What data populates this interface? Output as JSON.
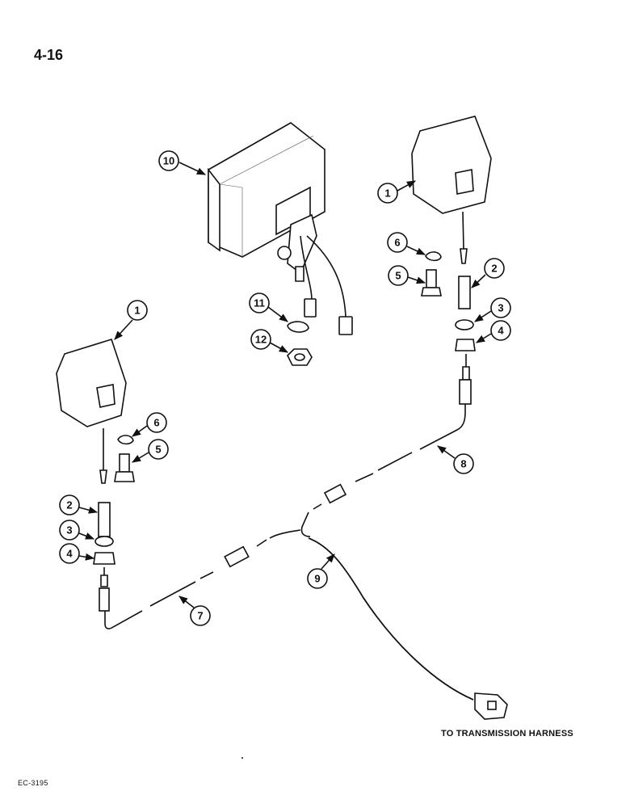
{
  "page": {
    "number": "4-16",
    "figure_code": "EC-3195",
    "harness_note": "TO TRANSMISSION HARNESS"
  },
  "callouts": {
    "c1a": "1",
    "c1b": "1",
    "c2a": "2",
    "c2b": "2",
    "c3a": "3",
    "c3b": "3",
    "c4a": "4",
    "c4b": "4",
    "c5a": "5",
    "c5b": "5",
    "c6a": "6",
    "c6b": "6",
    "c7": "7",
    "c8": "8",
    "c9": "9",
    "c10": "10",
    "c11": "11",
    "c12": "12"
  }
}
